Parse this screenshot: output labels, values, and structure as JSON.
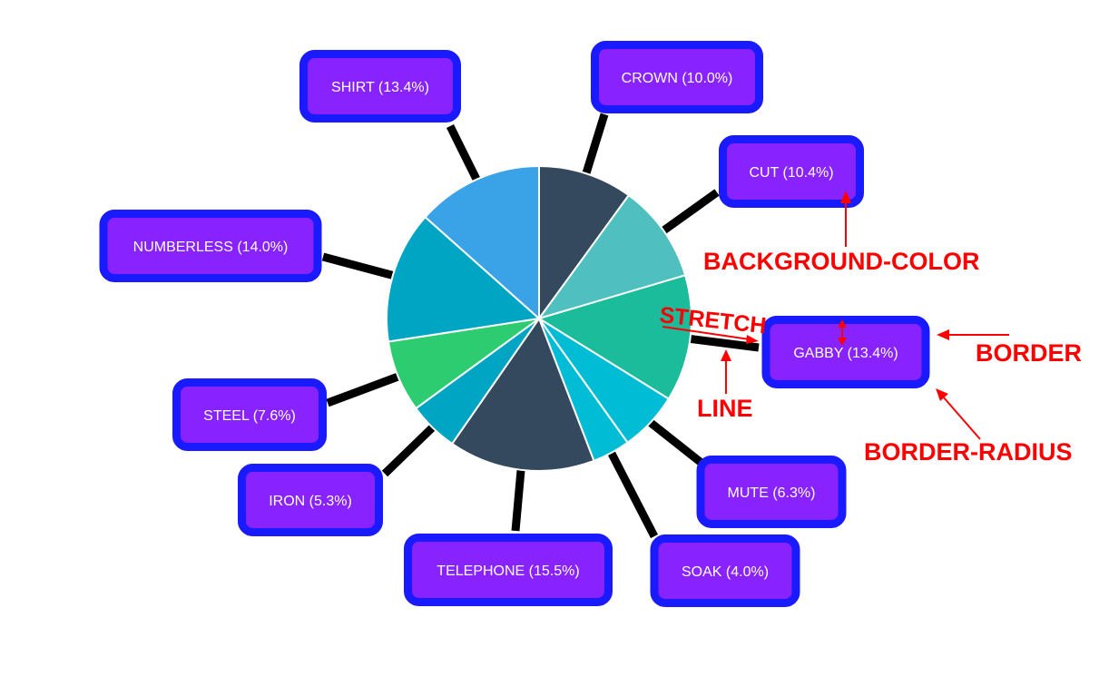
{
  "chart_data": {
    "type": "pie",
    "start_angle_deg": 0,
    "direction": "clockwise",
    "slices": [
      {
        "label": "CROWN (10.0%)",
        "name": "CROWN",
        "value": 10.0,
        "color": "#34495e"
      },
      {
        "label": "CUT (10.4%)",
        "name": "CUT",
        "value": 10.4,
        "color": "#4fc0bf"
      },
      {
        "label": "GABBY (13.4%)",
        "name": "GABBY",
        "value": 13.4,
        "color": "#1abc9c"
      },
      {
        "label": "MUTE (6.3%)",
        "name": "MUTE",
        "value": 6.3,
        "color": "#00bcd4"
      },
      {
        "label": "SOAK (4.0%)",
        "name": "SOAK",
        "value": 4.0,
        "color": "#00bcd4"
      },
      {
        "label": "TELEPHONE (15.5%)",
        "name": "TELEPHONE",
        "value": 15.5,
        "color": "#34495e"
      },
      {
        "label": "IRON (5.3%)",
        "name": "IRON",
        "value": 5.3,
        "color": "#00a5c4"
      },
      {
        "label": "STEEL (7.6%)",
        "name": "STEEL",
        "value": 7.6,
        "color": "#2ecc71"
      },
      {
        "label": "NUMBERLESS (14.0%)",
        "name": "NUMBERLESS",
        "value": 14.0,
        "color": "#00a5c4"
      },
      {
        "label": "SHIRT (13.4%)",
        "name": "SHIRT",
        "value": 13.4,
        "color": "#3aa3e8"
      }
    ],
    "label_style": {
      "background_color": "#8822ff",
      "border_color": "#1a1aff",
      "text_color": "#ffffff"
    },
    "leader_line_color": "#000000"
  },
  "annotations": {
    "color": "#ff0000",
    "items": [
      {
        "key": "background_color",
        "text": "BACKGROUND-COLOR"
      },
      {
        "key": "stretch",
        "text": "STRETCH"
      },
      {
        "key": "border",
        "text": "BORDER"
      },
      {
        "key": "line",
        "text": "LINE"
      },
      {
        "key": "border_radius",
        "text": "BORDER-RADIUS"
      }
    ]
  }
}
